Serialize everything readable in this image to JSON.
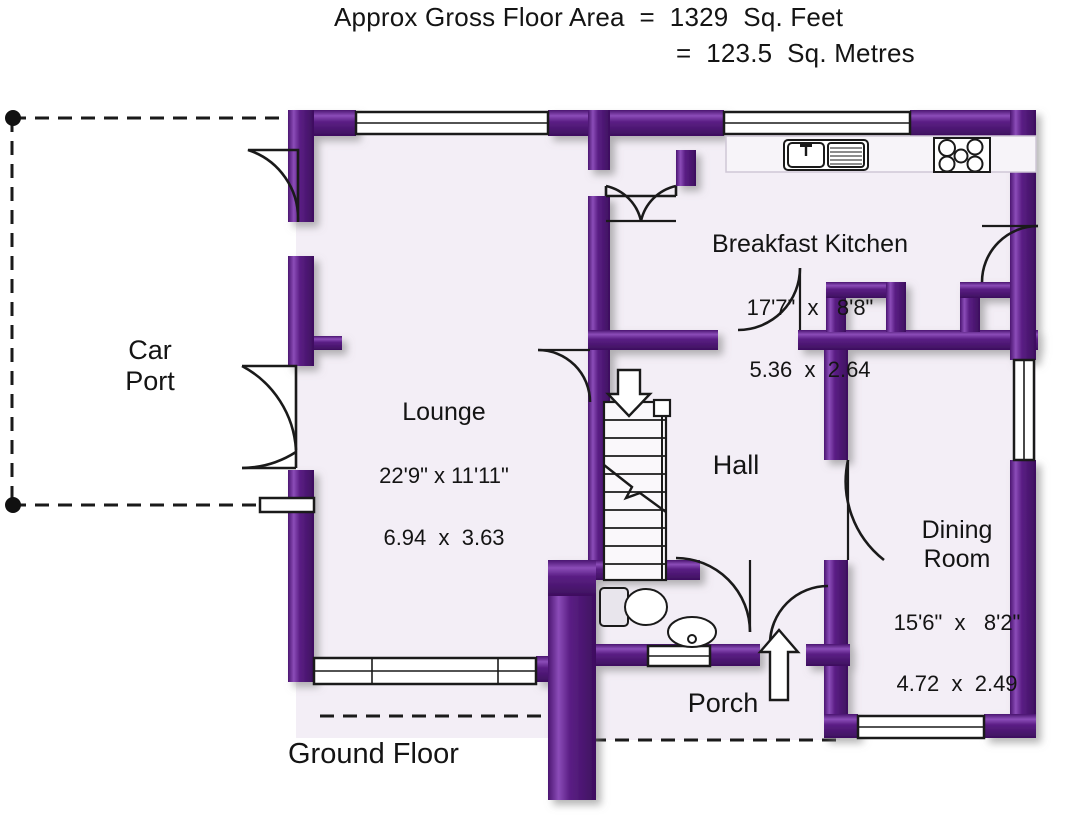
{
  "header": {
    "line1": "Approx Gross Floor Area  =  1329  Sq. Feet",
    "line2": "=  123.5  Sq. Metres"
  },
  "title": "Ground Floor",
  "rooms": [
    {
      "id": "car_port",
      "name": "Car\nPort",
      "imperial": "",
      "metric": ""
    },
    {
      "id": "lounge",
      "name": "Lounge",
      "imperial": "22'9\" x 11'11\"",
      "metric": "6.94  x  3.63"
    },
    {
      "id": "kitchen",
      "name": "Breakfast Kitchen",
      "imperial": "17'7\"  x   8'8\"",
      "metric": "5.36  x  2.64"
    },
    {
      "id": "dining",
      "name": "Dining\nRoom",
      "imperial": "15'6\"  x   8'2\"",
      "metric": "4.72  x  2.49"
    },
    {
      "id": "hall",
      "name": "Hall",
      "imperial": "",
      "metric": ""
    },
    {
      "id": "porch",
      "name": "Porch",
      "imperial": "",
      "metric": ""
    }
  ],
  "colors": {
    "wall": "#5b1f85",
    "wall_light": "#7d3fa8",
    "wall_dark": "#3f1060",
    "floor": "#f3eef6",
    "outline": "#1a1a1a",
    "text": "#141414",
    "window": "#ffffff"
  },
  "symbols": {
    "stairs_direction": "down-arrow",
    "entrance_direction": "up-arrow",
    "kitchen_sink": "sink-with-drainer",
    "kitchen_hob": "five-ring-hob",
    "wc_toilet": "toilet",
    "wc_basin": "wash-basin",
    "boundary_markers": 2
  }
}
